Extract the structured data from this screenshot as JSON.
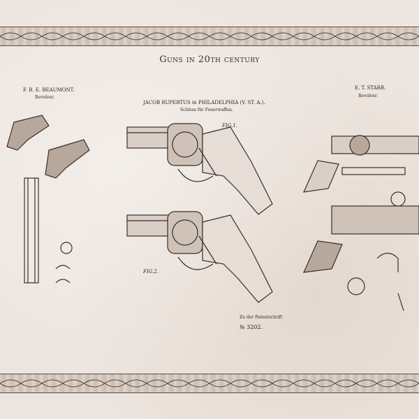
{
  "title": "Guns in 20th century",
  "panels": {
    "left": {
      "inventor": "F. B. E. BEAUMONT.",
      "subtitle": "Revolver."
    },
    "center": {
      "inventor": "JACOB RUPERTUS in PHILADELPHIA (V. ST. A.).",
      "subtitle": "Schloss für Feuerwaffen.",
      "fig1": "FIG.1.",
      "fig2": "FIG.2.",
      "footer": "Zu der Patentschrift",
      "patent_no": "№ 3202."
    },
    "right": {
      "inventor": "E. T. STARR.",
      "subtitle": "Revolver."
    }
  },
  "colors": {
    "paper": "#ede5df",
    "ink": "#3a2e28",
    "border": "#5a4a40"
  }
}
